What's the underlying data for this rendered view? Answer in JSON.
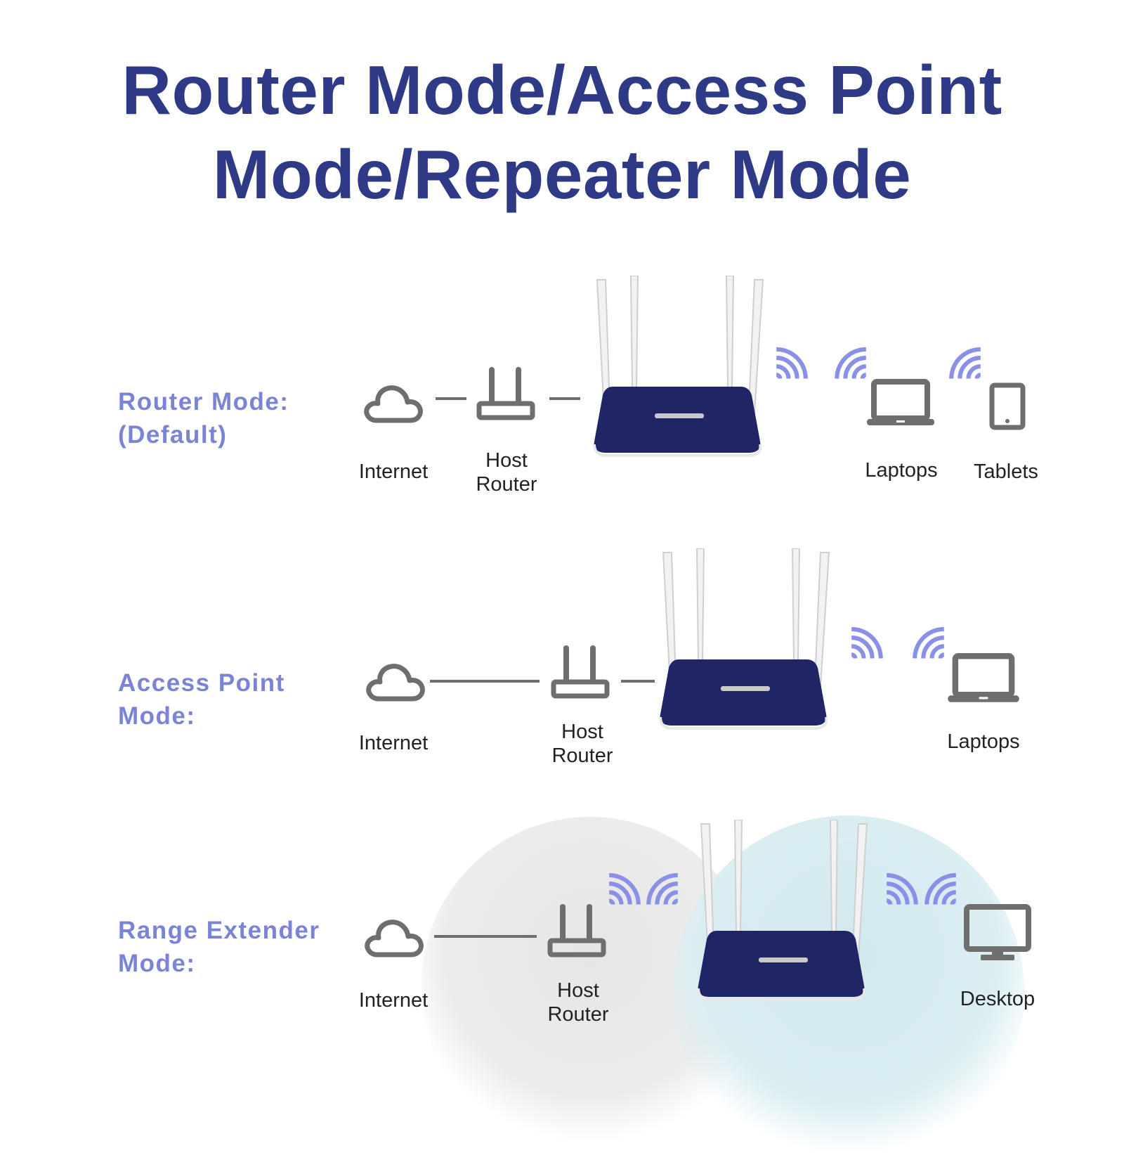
{
  "title": {
    "line1": "Router Mode/Access Point",
    "line2": "Mode/Repeater Mode"
  },
  "colors": {
    "title": "#2f3a86",
    "mode_label": "#7b83d6",
    "icon_gray": "#6e6e6e",
    "router_body": "#1f2565",
    "wifi_wave": "#8a90e6",
    "coverage_left": "#e9e9e9",
    "coverage_right": "#d6ebef"
  },
  "rows": [
    {
      "mode_line1": "Router Mode:",
      "mode_line2": "(Default)",
      "internet": "Internet",
      "host_line1": "Host",
      "host_line2": "Router",
      "devices": [
        "Laptops",
        "Tablets"
      ]
    },
    {
      "mode_line1": "Access Point",
      "mode_line2": "Mode:",
      "internet": "Internet",
      "host_line1": "Host",
      "host_line2": "Router",
      "devices": [
        "Laptops"
      ]
    },
    {
      "mode_line1": "Range Extender",
      "mode_line2": "Mode:",
      "internet": "Internet",
      "host_line1": "Host",
      "host_line2": "Router",
      "devices": [
        "Desktop"
      ]
    }
  ]
}
